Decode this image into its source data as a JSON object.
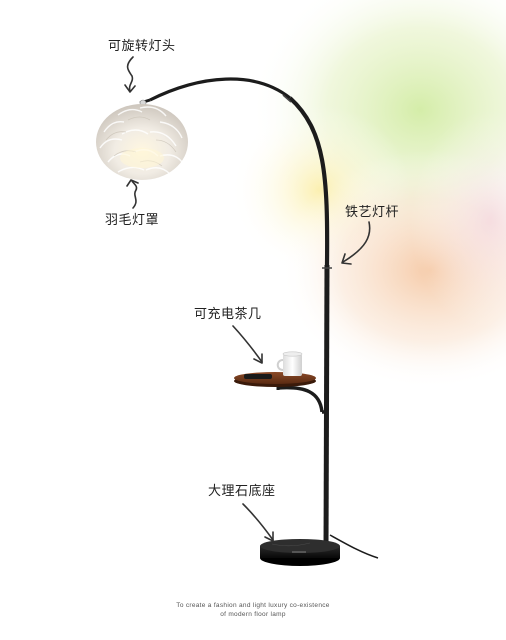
{
  "labels": {
    "lamp_head": "可旋转灯头",
    "feather_shade": "羽毛灯罩",
    "iron_pole": "铁艺灯杆",
    "charging_table": "可充电茶几",
    "marble_base": "大理石底座"
  },
  "caption": {
    "line1": "To create a fashion and light luxury co-existence",
    "line2": "of modern floor lamp"
  },
  "colors": {
    "background": "#ffffff",
    "pole": "#1c1c1c",
    "table_wood": "#7a3b1d",
    "marble": "#141414",
    "feather_shade": "#f3efe9",
    "glow_green": "#d6eeb0",
    "glow_peach": "#f5c8a0"
  },
  "icons": [
    "curved-arrow-icon"
  ]
}
